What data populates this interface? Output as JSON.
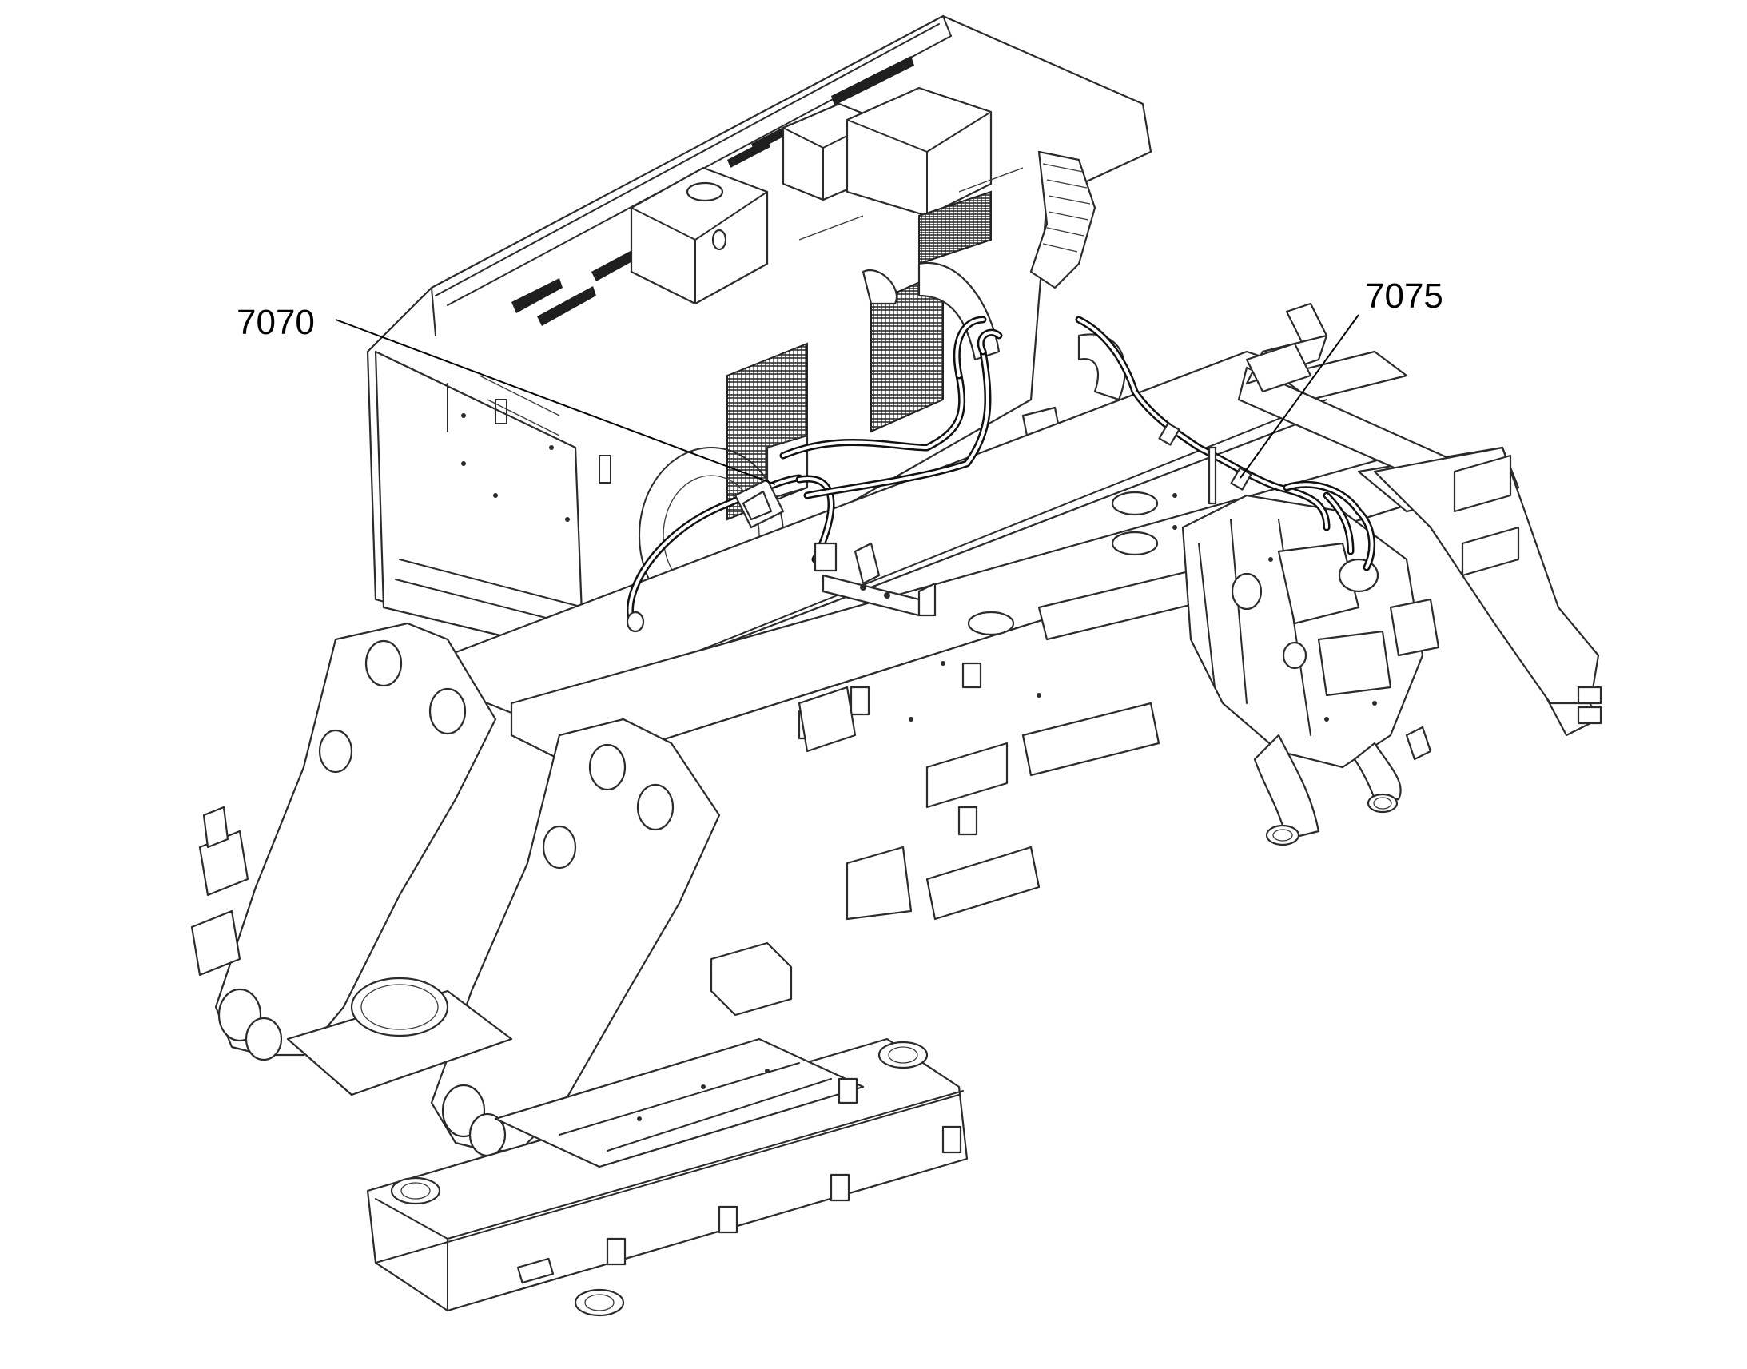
{
  "callouts": [
    {
      "id": "7070",
      "label": "7070"
    },
    {
      "id": "7075",
      "label": "7075"
    }
  ],
  "colors": {
    "line": "#2b2b2b",
    "hose": "#111111",
    "background": "#ffffff"
  }
}
